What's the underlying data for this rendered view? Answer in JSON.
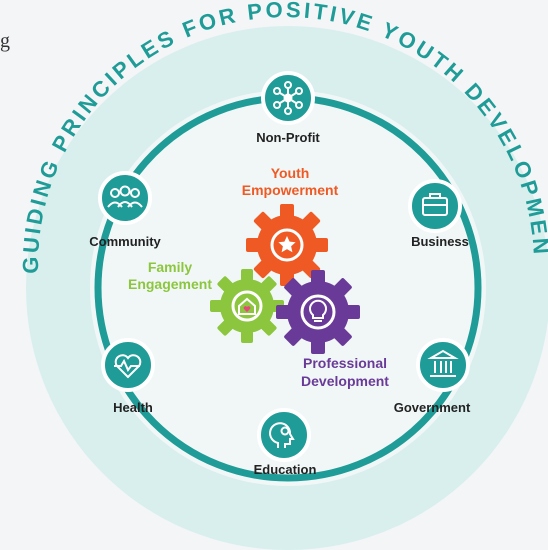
{
  "corner_text": "g",
  "arc_title": "GUIDING PRINCIPLES FOR POSITIVE YOUTH DEVELOPMENT",
  "colors": {
    "teal": "#1f9c97",
    "ring": "#d8efee",
    "orange": "#ef5a24",
    "green": "#8cc63f",
    "purple": "#6a3a98"
  },
  "nodes": {
    "nonprofit": {
      "label": "Non-Profit",
      "icon": "network-icon"
    },
    "business": {
      "label": "Business",
      "icon": "briefcase-icon"
    },
    "government": {
      "label": "Government",
      "icon": "government-building-icon"
    },
    "education": {
      "label": "Education",
      "icon": "head-gear-icon"
    },
    "health": {
      "label": "Health",
      "icon": "heart-pulse-icon"
    },
    "community": {
      "label": "Community",
      "icon": "people-group-icon"
    }
  },
  "gears": {
    "youth": {
      "line1": "Youth",
      "line2": "Empowerment",
      "icon": "star-icon"
    },
    "family": {
      "line1": "Family",
      "line2": "Engagement",
      "icon": "house-heart-icon"
    },
    "professional": {
      "line1": "Professional",
      "line2": "Development",
      "icon": "lightbulb-icon"
    }
  }
}
